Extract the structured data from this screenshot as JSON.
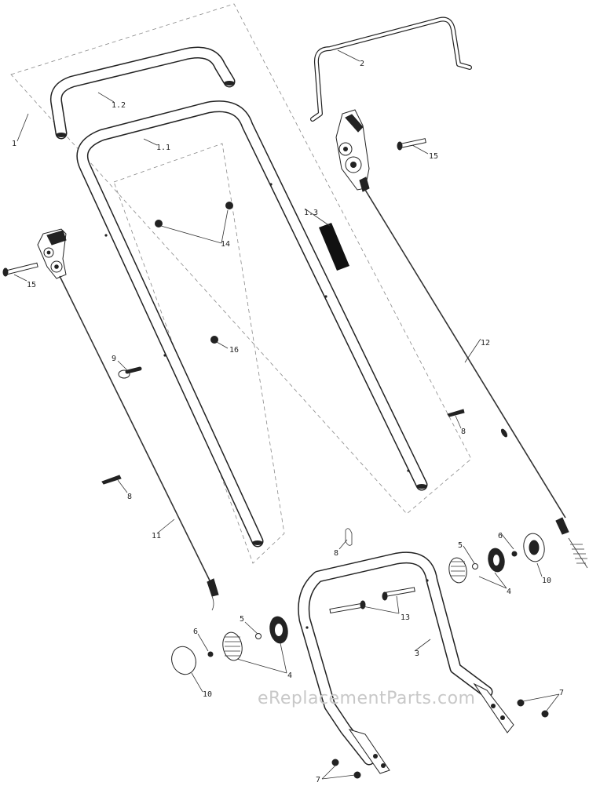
{
  "diagram": {
    "watermark": "eReplacementParts.com",
    "callouts": {
      "c1": "1",
      "c1_1": "1.1",
      "c1_2": "1.2",
      "c1_3": "1.3",
      "c2": "2",
      "c3": "3",
      "c4a": "4",
      "c4b": "4",
      "c5a": "5",
      "c5b": "5",
      "c6a": "6",
      "c6b": "6",
      "c7a": "7",
      "c7b": "7",
      "c8a": "8",
      "c8b": "8",
      "c8c": "8",
      "c9": "9",
      "c10a": "10",
      "c10b": "10",
      "c11": "11",
      "c12": "12",
      "c13": "13",
      "c14": "14",
      "c15a": "15",
      "c15b": "15",
      "c16": "16"
    }
  }
}
